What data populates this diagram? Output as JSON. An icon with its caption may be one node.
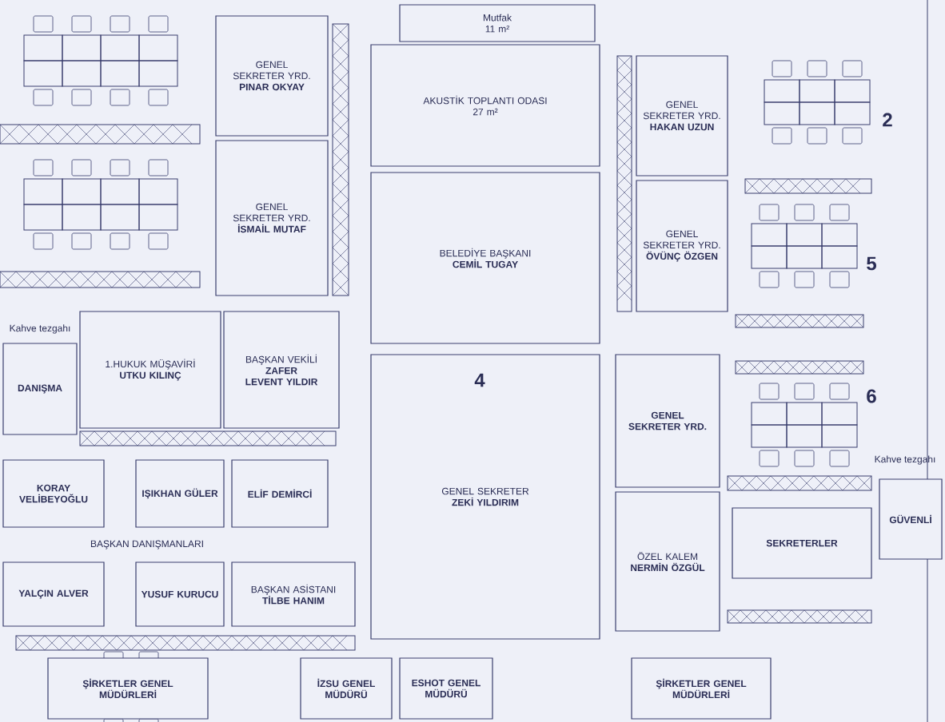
{
  "diagram": {
    "nodes": [
      {
        "text": [
          "AKUSTİK TOPLANTI ODASI",
          "27 m²"
        ]
      },
      {
        "text": [
          "Mutfak",
          "11 m²"
        ]
      },
      {
        "text": [
          "GENEL SEKRETER YRD.",
          "PINAR OKYAY"
        ]
      },
      {
        "text": [
          "GENEL SEKRETER YRD.",
          "İSMAİL MUTAF"
        ]
      },
      {
        "text": [
          "BELEDİYE BAŞKANI",
          "CEMİL TUGAY"
        ]
      },
      {
        "text": [
          "GENEL SEKRETER YRD.",
          "HAKAN UZUN"
        ]
      },
      {
        "text": [
          "GENEL SEKRETER YRD.",
          "ÖVÜNÇ ÖZGEN"
        ]
      },
      {
        "text": [
          "DANIŞMA"
        ]
      },
      {
        "text": [
          "1.HUKUK MÜŞAVİRİ",
          "UTKU KILINÇ"
        ]
      },
      {
        "text": [
          "BAŞKAN VEKİLİ",
          "ZAFER LEVENT YILDIR"
        ]
      },
      {
        "text": [
          "KORAY VELİBEYOĞLU"
        ]
      },
      {
        "text": [
          "IŞIKHAN GÜLER"
        ]
      },
      {
        "text": [
          "ELİF DEMİRCİ"
        ]
      },
      {
        "text": [
          "YALÇIN ALVER"
        ]
      },
      {
        "text": [
          "YUSUF KURUCU"
        ]
      },
      {
        "text": [
          "BAŞKAN ASİSTANI",
          "TİLBE HANIM"
        ]
      },
      {
        "text": [
          "GENEL SEKRETER",
          "ZEKİ YILDIRIM"
        ]
      },
      {
        "text": [
          "GENEL SEKRETER YRD."
        ]
      },
      {
        "text": [
          "ÖZEL KALEM",
          "NERMİN ÖZGÜL"
        ]
      },
      {
        "text": [
          "SEKRETERLER"
        ]
      },
      {
        "text": [
          "GÜVENLİ"
        ]
      },
      {
        "text": [
          "ŞİRKETLER GENEL MÜDÜRLERİ"
        ]
      },
      {
        "text": [
          "İZSU GENEL MÜDÜRÜ"
        ]
      },
      {
        "text": [
          "ESHOT GENEL MÜDÜRÜ"
        ]
      },
      {
        "text": [
          "ŞİRKETLER GENEL MÜDÜRLERİ"
        ]
      }
    ],
    "labels": [
      "2",
      "5",
      "Kahve tezgahı",
      "BAŞKAN DANIŞMANLARI",
      "4",
      "6",
      "Kahve tezgahı"
    ]
  }
}
